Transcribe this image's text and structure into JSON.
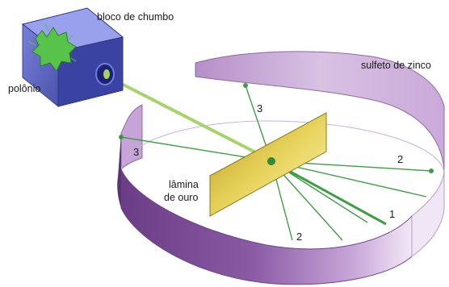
{
  "labels": {
    "lead_block": "bloco de chumbo",
    "polonium": "polônio",
    "zinc_sulfide": "sulfeto de zinco",
    "gold_foil_line1": "lâmina",
    "gold_foil_line2": "de ouro"
  },
  "ray_numbers": {
    "back_scatter": "3",
    "left_scatter": "3",
    "right_scatter": "2",
    "lower_scatter": "2",
    "straight": "1"
  },
  "colors": {
    "screen_outer": "#7d4f94",
    "screen_inner": "#d2b6df",
    "gold_foil": "#e8d65a",
    "alpha_beam": "#a6d46a",
    "scatter_rays": "#3f9d45",
    "lead_block": "#4a52b4",
    "polonium_source": "#57c34a"
  }
}
